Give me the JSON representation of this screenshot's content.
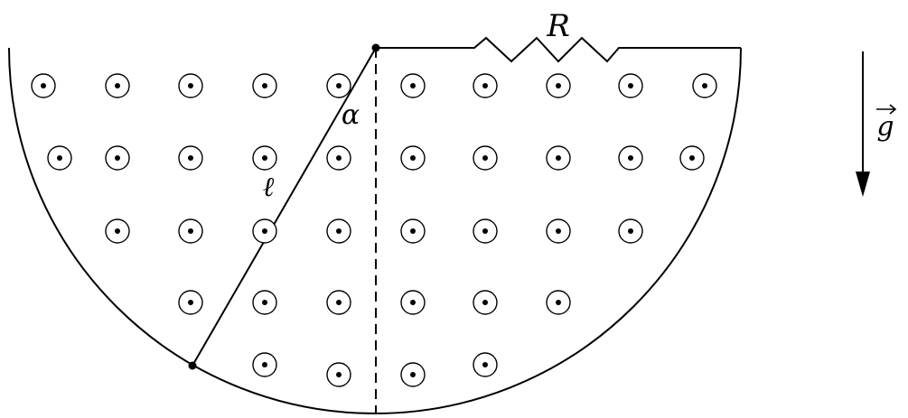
{
  "labels": {
    "resistor": "R",
    "angle": "α",
    "rod_length": "ℓ",
    "gravity": "g"
  },
  "field": {
    "symbol": "out-of-page-dot",
    "rows": [
      10,
      10,
      8,
      6,
      4
    ]
  },
  "colors": {
    "ink": "#000000",
    "background": "#ffffff"
  }
}
